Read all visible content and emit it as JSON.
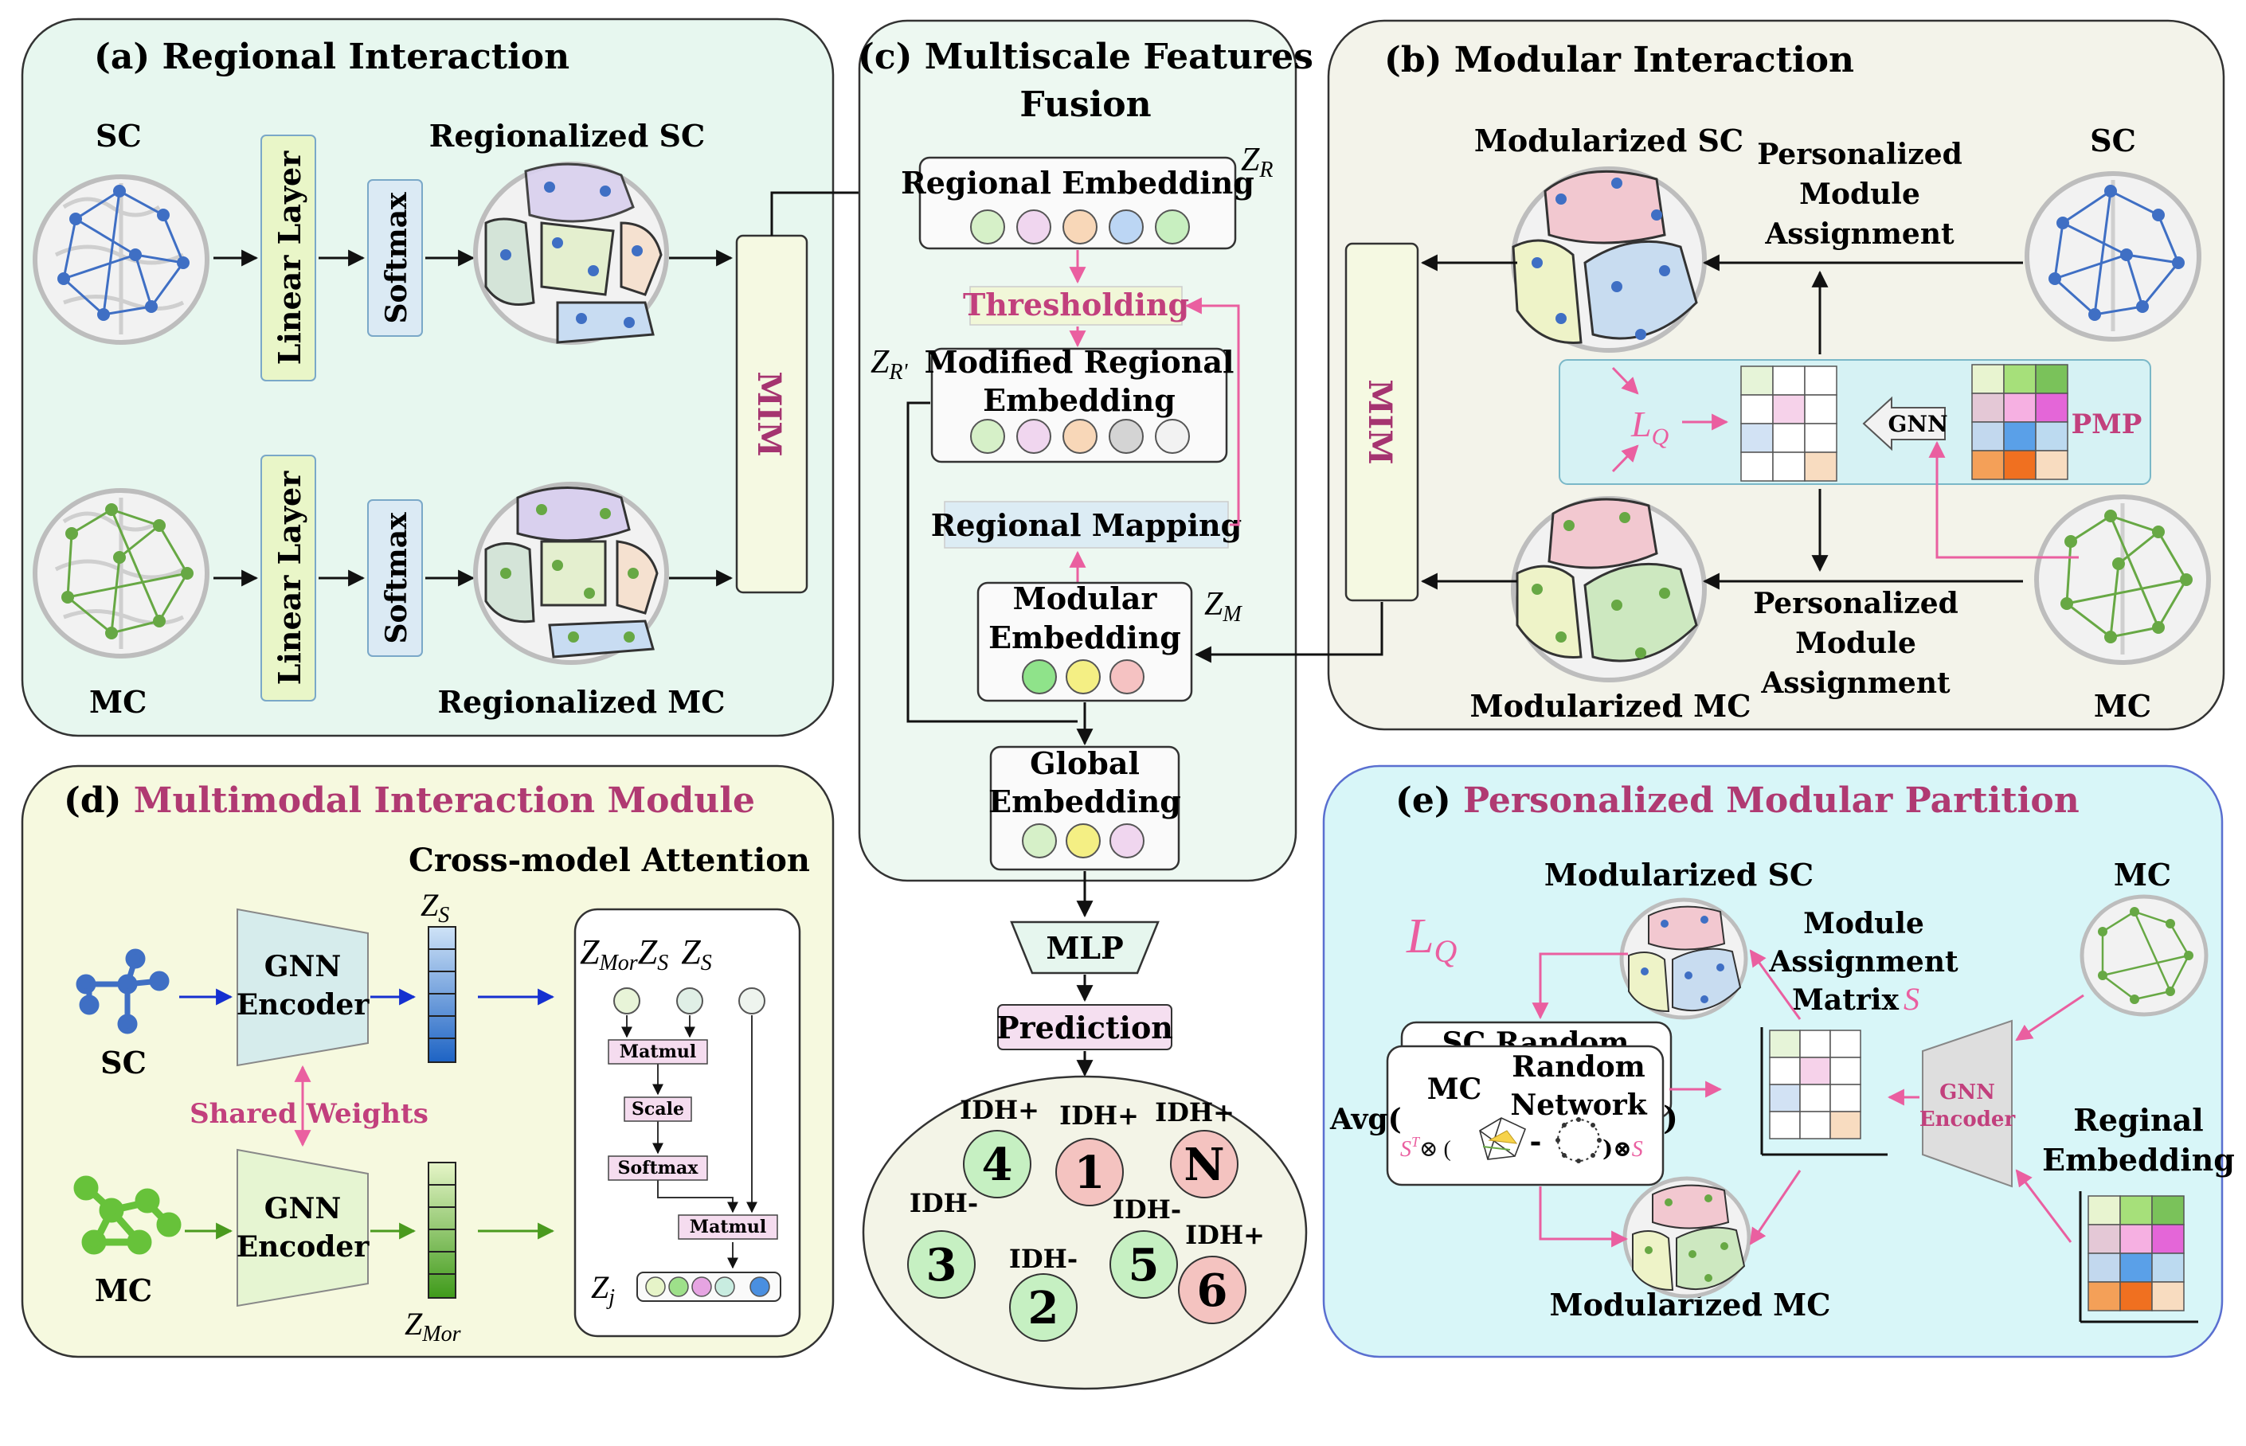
{
  "panels": {
    "a": {
      "title": "(a) Regional Interaction",
      "sc": "SC",
      "mc": "MC",
      "linear": "Linear Layer",
      "softmax": "Softmax",
      "reg_sc": "Regionalized SC",
      "reg_mc": "Regionalized MC",
      "mim": "MIM"
    },
    "c": {
      "title_1": "(c) Multiscale Features",
      "title_2": "Fusion",
      "regional_embedding": "Regional Embedding",
      "zr": "Z",
      "zr_sub": "R",
      "thresholding": "Thresholding",
      "modified_1": "Modified Regional",
      "modified_2": "Embedding",
      "zrp": "Z",
      "zrp_sub": "R'",
      "regional_mapping": "Regional Mapping",
      "modular_1": "Modular",
      "modular_2": "Embedding",
      "zm": "Z",
      "zm_sub": "M",
      "global_1": "Global",
      "global_2": "Embedding",
      "mlp": "MLP",
      "prediction": "Prediction"
    },
    "b": {
      "title": "(b) Modular Interaction",
      "mod_sc": "Modularized SC",
      "mod_mc": "Modularized MC",
      "pma_1": "Personalized",
      "pma_2": "Module",
      "pma_3": "Assignment",
      "sc": "SC",
      "mc": "MC",
      "gnn": "GNN",
      "pmp": "PMP",
      "lq": "L",
      "lq_sub": "Q",
      "mim": "MIM"
    },
    "d": {
      "title_prefix": "(d) ",
      "title_main": "Multimodal Interaction Module",
      "cross": "Cross-model Attention",
      "sc": "SC",
      "mc": "MC",
      "gnn_1": "GNN",
      "gnn_2": "Encoder",
      "shared": "Shared Weights",
      "zs": "Z",
      "zs_sub": "S",
      "zmor": "Z",
      "zmor_sub": "Mor",
      "zj": "Z",
      "zj_sub": "j",
      "matmul": "Matmul",
      "scale": "Scale",
      "softmax": "Softmax"
    },
    "e": {
      "title_prefix": "(e) ",
      "title_main": "Personalized Modular Partition",
      "mod_sc": "Modularized SC",
      "mod_mc": "Modularized MC",
      "lq": "L",
      "lq_sub": "Q",
      "mam_1": "Module",
      "mam_2": "Assignment",
      "mam_3": "Matrix",
      "mam_s": "S",
      "mc": "MC",
      "gnn_1": "GNN",
      "gnn_2": "Encoder",
      "re_1": "Reginal",
      "re_2": "Embedding",
      "sc_random": "SC  Random",
      "mc_card": "MC",
      "random_1": "Random",
      "random_2": "Network",
      "avg": "Avg(",
      "formula_s": "S",
      "formula_t": "T",
      "formula_otimes": "⊗ (",
      "formula_minus": "-",
      "formula_end": ")⊗",
      "formula_s2": "S"
    }
  },
  "outcomes": [
    {
      "num": "4",
      "label": "IDH+",
      "color": "#c6f0c2"
    },
    {
      "num": "1",
      "label": "IDH+",
      "color": "#f4c3c0"
    },
    {
      "num": "N",
      "label": "IDH+",
      "color": "#f4c3c0"
    },
    {
      "num": "3",
      "label": "IDH-",
      "color": "#c6f0c2"
    },
    {
      "num": "2",
      "label": "IDH-",
      "color": "#c6f0c2"
    },
    {
      "num": "5",
      "label": "IDH-",
      "color": "#c6f0c2"
    },
    {
      "num": "6",
      "label": "IDH+",
      "color": "#f4c3c0"
    }
  ],
  "colors": {
    "accent_pink": "#c2407d",
    "arrow_pink": "#ea5fa0",
    "sc_blue": "#3f6fc4",
    "mc_green": "#67a844"
  }
}
